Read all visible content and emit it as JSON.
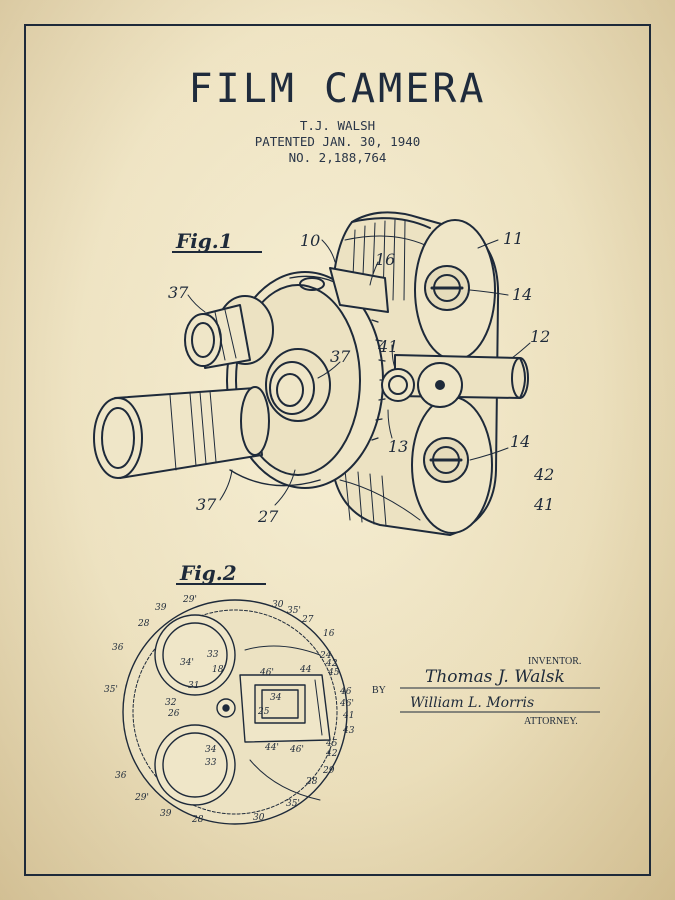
{
  "header": {
    "title": "FILM CAMERA",
    "inventor_line": "T.J. WALSH",
    "patent_date": "PATENTED JAN. 30, 1940",
    "patent_number": "NO. 2,188,764"
  },
  "figures": {
    "fig1_label": "Fig.1",
    "fig2_label": "Fig.2",
    "fig1_refs": [
      "10",
      "11",
      "16",
      "37",
      "14",
      "12",
      "41",
      "37",
      "13",
      "14",
      "42",
      "41",
      "37",
      "27"
    ],
    "fig2_refs": [
      "29'",
      "30",
      "35'",
      "27",
      "39",
      "28",
      "16",
      "36",
      "34'",
      "33",
      "18'",
      "24",
      "44",
      "45",
      "46'",
      "42",
      "35'",
      "31",
      "46",
      "46'",
      "32",
      "34",
      "25",
      "41",
      "26",
      "43",
      "45",
      "42",
      "34",
      "44'",
      "46'",
      "36",
      "33",
      "28",
      "29",
      "29'",
      "35'",
      "39",
      "28",
      "30"
    ]
  },
  "signature_block": {
    "inventor_label": "INVENTOR.",
    "inventor_signature": "Thomas J. Walsk",
    "by_label": "BY",
    "attorney_signature": "William L. Morris",
    "attorney_label": "ATTORNEY."
  },
  "colors": {
    "paper": "#efe6c8",
    "ink": "#1e2a3a"
  }
}
